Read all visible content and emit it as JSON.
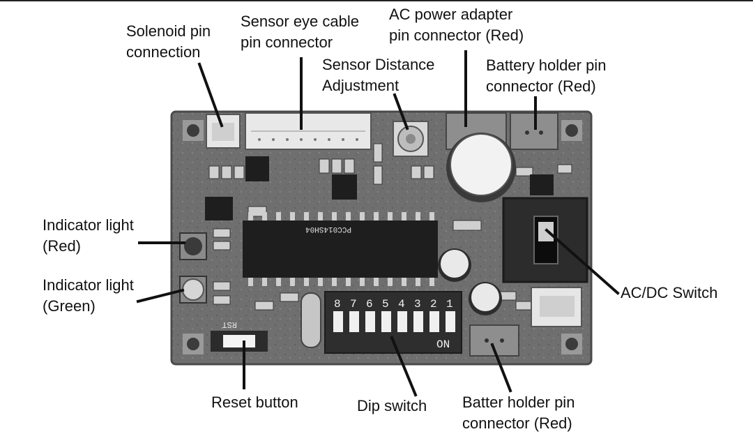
{
  "labels": {
    "solenoid": [
      "Solenoid pin",
      "connection"
    ],
    "sensor_eye": [
      "Sensor eye cable",
      "pin connector"
    ],
    "ac_adapter": [
      "AC power adapter",
      "pin connector (Red)"
    ],
    "sensor_distance": [
      "Sensor Distance",
      "Adjustment"
    ],
    "battery_top": [
      "Battery holder pin",
      "connector (Red)"
    ],
    "indicator_red": [
      "Indicator light",
      "(Red)"
    ],
    "indicator_green": [
      "Indicator light",
      "(Green)"
    ],
    "acdc_switch": [
      "AC/DC Switch"
    ],
    "reset": [
      "Reset button"
    ],
    "dip": [
      "Dip switch"
    ],
    "battery_bottom": [
      "Batter holder pin",
      "connector (Red)"
    ]
  },
  "board_markings": {
    "chip_code": "PCC014SH04",
    "dip_numbers": [
      "8",
      "7",
      "6",
      "5",
      "4",
      "3",
      "2",
      "1"
    ],
    "dip_on": "ON",
    "reset_ref": "RST"
  },
  "colors": {
    "board": "#6f6f6f",
    "board_edge": "#4a4a4a",
    "chip": "#1e1e1e",
    "connector": "#e4e4e4",
    "leader": "#111111"
  }
}
